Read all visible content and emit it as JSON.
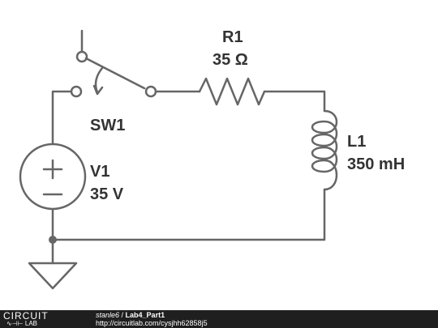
{
  "components": {
    "switch": {
      "designator": "SW1"
    },
    "resistor": {
      "designator": "R1",
      "value": "35 Ω"
    },
    "inductor": {
      "designator": "L1",
      "value": "350 mH"
    },
    "source": {
      "designator": "V1",
      "value": "35 V",
      "plus": "+",
      "minus": "−"
    }
  },
  "footer": {
    "logo_top": "CIRCUIT",
    "logo_bottom": "LAB",
    "author": "stanle6",
    "separator": " / ",
    "project": "Lab4_Part1",
    "url": "http://circuitlab.com/cysjhh62858j5"
  },
  "colors": {
    "wire": "#666666",
    "label": "#333333",
    "footer_bg": "#1f1f1f"
  }
}
